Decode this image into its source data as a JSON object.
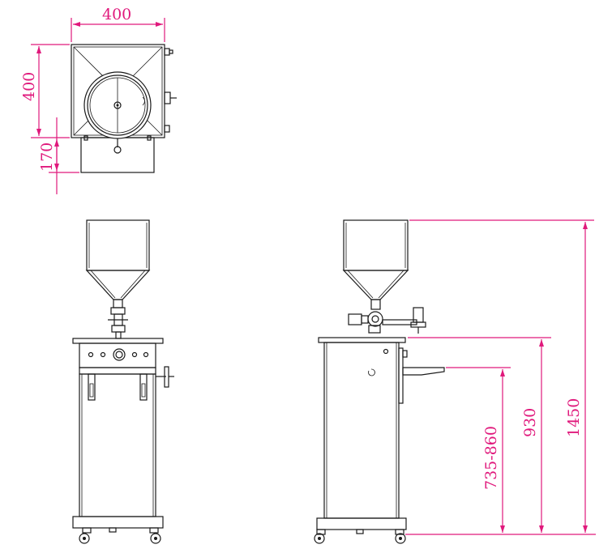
{
  "dimensions": {
    "top_width": "400",
    "top_depth": "400",
    "top_offset": "170",
    "nozzle_height_range": "735-860",
    "table_height": "930",
    "total_height": "1450"
  },
  "colors": {
    "dimension": "#e0197c",
    "line": "#1a1a1a"
  }
}
